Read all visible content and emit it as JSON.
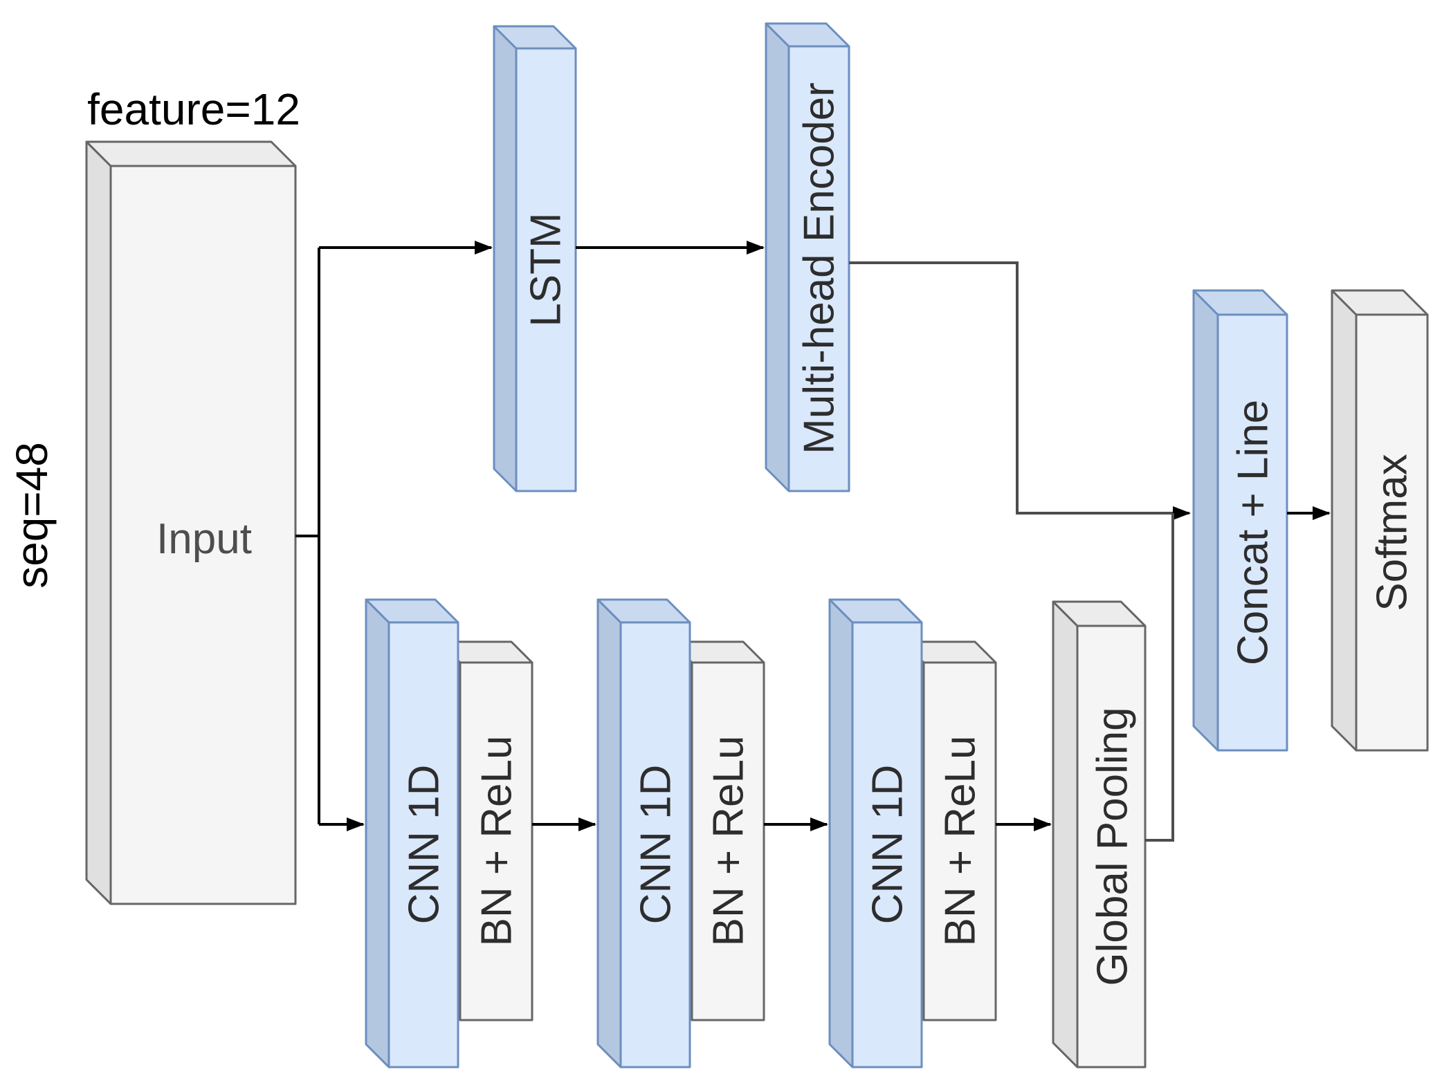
{
  "figure": {
    "annotations": {
      "feature": "feature=12",
      "seq": "seq=48"
    },
    "nodes": {
      "input": {
        "label": "Input",
        "color": "gray"
      },
      "lstm": {
        "label": "LSTM",
        "color": "blue"
      },
      "multihead": {
        "label": "Multi-head Encoder",
        "color": "blue"
      },
      "cnn1": {
        "label": "CNN 1D",
        "color": "blue"
      },
      "bn1": {
        "label": "BN + ReLu",
        "color": "gray"
      },
      "cnn2": {
        "label": "CNN 1D",
        "color": "blue"
      },
      "bn2": {
        "label": "BN + ReLu",
        "color": "gray"
      },
      "cnn3": {
        "label": "CNN 1D",
        "color": "blue"
      },
      "bn3": {
        "label": "BN + ReLu",
        "color": "gray"
      },
      "globalpool": {
        "label": "Global Pooling",
        "color": "gray"
      },
      "concat": {
        "label": "Concat + Line",
        "color": "blue"
      },
      "softmax": {
        "label": "Softmax",
        "color": "gray"
      }
    },
    "edges": [
      {
        "from": "input",
        "to": "lstm"
      },
      {
        "from": "input",
        "to": "cnn1"
      },
      {
        "from": "lstm",
        "to": "multihead"
      },
      {
        "from": "multihead",
        "to": "concat"
      },
      {
        "from": "cnn1",
        "to": "cnn2"
      },
      {
        "from": "cnn2",
        "to": "cnn3"
      },
      {
        "from": "cnn3",
        "to": "globalpool"
      },
      {
        "from": "globalpool",
        "to": "concat"
      },
      {
        "from": "concat",
        "to": "softmax"
      }
    ],
    "colors": {
      "blue_front": "#dae8fc",
      "blue_top": "#c9daf0",
      "blue_side": "#b4c7e0",
      "blue_stroke": "#6c8ebf",
      "gray_front": "#f5f5f5",
      "gray_top": "#ececec",
      "gray_side": "#e0e0e0",
      "gray_stroke": "#666666",
      "line": "#000000"
    }
  }
}
